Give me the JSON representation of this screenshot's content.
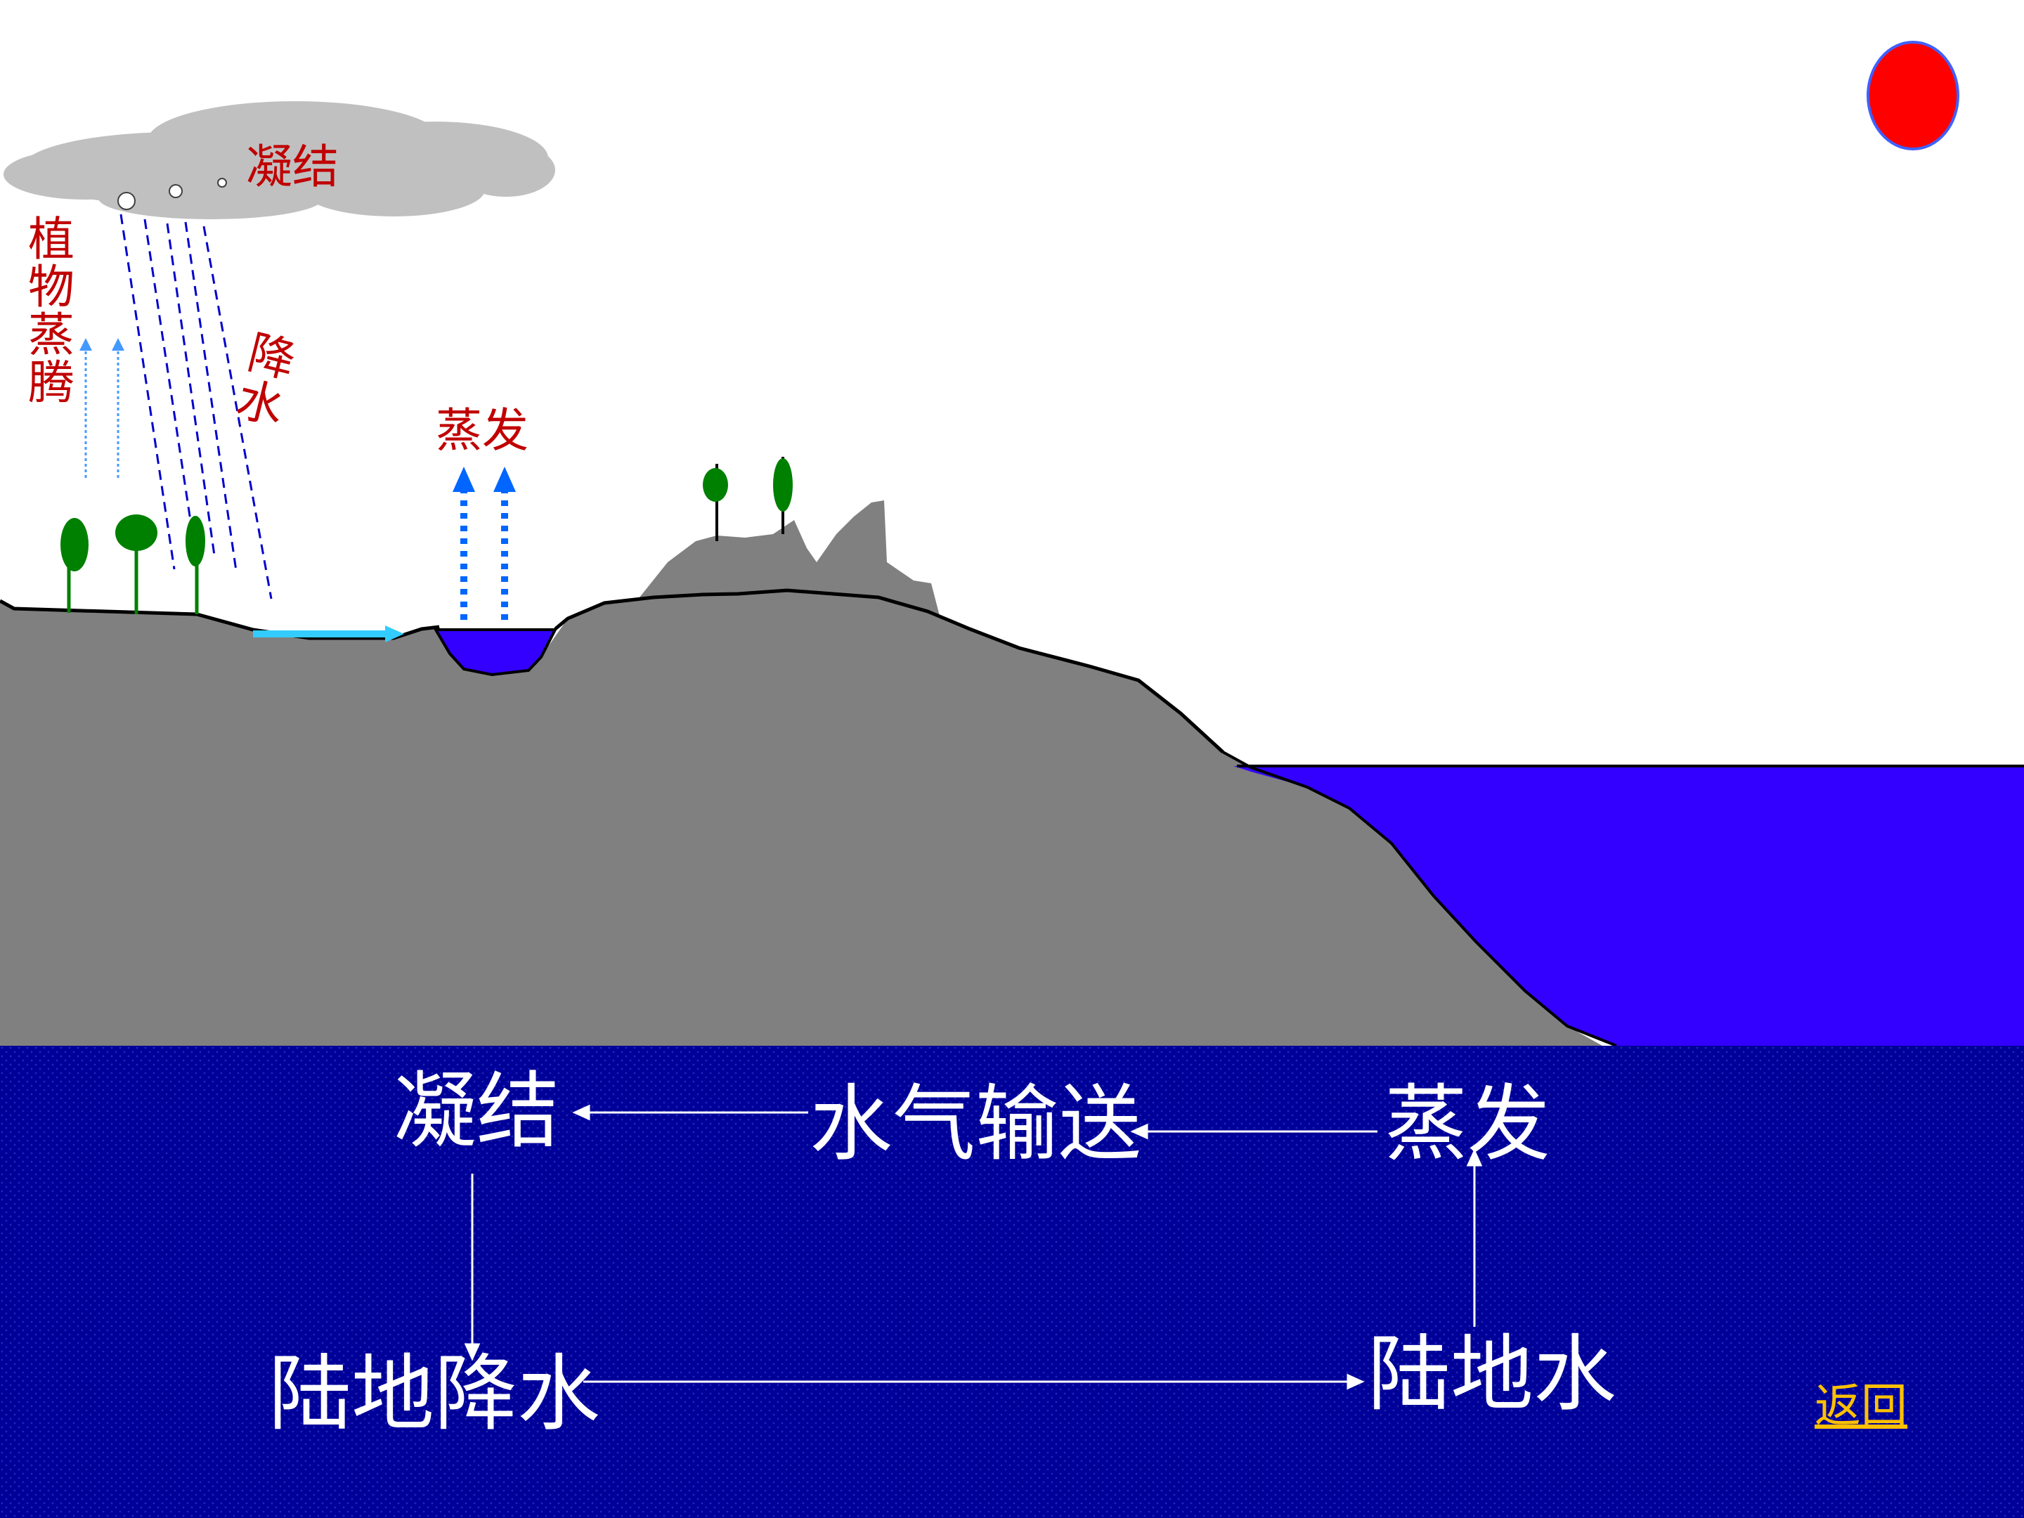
{
  "scene": {
    "labels": {
      "condensation": "凝结",
      "transpiration": "植物蒸腾",
      "precipitation": "降水",
      "evaporation": "蒸发"
    },
    "colors": {
      "sky": "#ffffff",
      "sun": "#ff0000",
      "cloud": "#c0c0c0",
      "land": "#808080",
      "soil": "#808040",
      "water": "#3300ff",
      "tree": "#008000",
      "label": "#c00000",
      "arrow_blue": "#0066ff",
      "arrow_cyan": "#33ccff"
    }
  },
  "cycle": {
    "condensation": "凝结",
    "vapor_transport": "水气输送",
    "evaporation": "蒸发",
    "land_precipitation": "陆地降水",
    "land_water": "陆地水",
    "return_link": "返回",
    "colors": {
      "background": "#000099",
      "text": "#ffffff",
      "link": "#ffc000"
    }
  }
}
